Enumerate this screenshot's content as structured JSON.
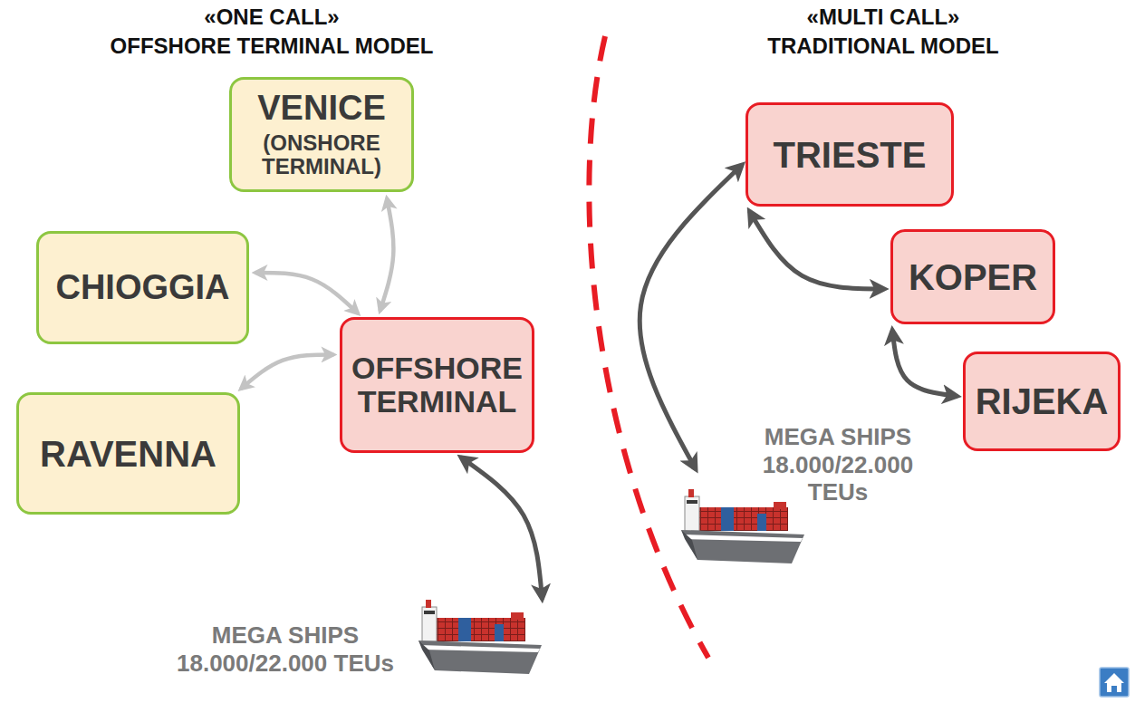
{
  "diagram": {
    "nodes": [
      {
        "text": [
          "VENICE",
          "(ONSHORE TERMINAL)"
        ]
      },
      {
        "text": [
          "CHIOGGIA"
        ]
      },
      {
        "text": [
          "RAVENNA"
        ]
      },
      {
        "text": [
          "OFFSHORE TERMINAL"
        ]
      },
      {
        "text": [
          "MEGA SHIPS 18.000/22.000 TEUs"
        ]
      },
      {
        "text": [
          "TRIESTE"
        ]
      },
      {
        "text": [
          "KOPER"
        ]
      },
      {
        "text": [
          "RIJEKA"
        ]
      },
      {
        "text": [
          "MEGA SHIPS 18.000/22.000 TEUs"
        ]
      }
    ],
    "edges": [
      {
        "from": 0,
        "to": 3,
        "arrow": "both"
      },
      {
        "from": 1,
        "to": 3,
        "arrow": "both"
      },
      {
        "from": 3,
        "to": 2,
        "arrow": "both"
      },
      {
        "from": 3,
        "to": 4,
        "arrow": "both"
      },
      {
        "from": 5,
        "to": 8,
        "arrow": "both"
      },
      {
        "from": 5,
        "to": 6,
        "arrow": "both"
      },
      {
        "from": 6,
        "to": 7,
        "arrow": "both"
      }
    ],
    "labels": [
      "«ONE CALL»",
      "OFFSHORE TERMINAL MODEL",
      "«MULTI CALL»",
      "TRADITIONAL MODEL"
    ]
  }
}
